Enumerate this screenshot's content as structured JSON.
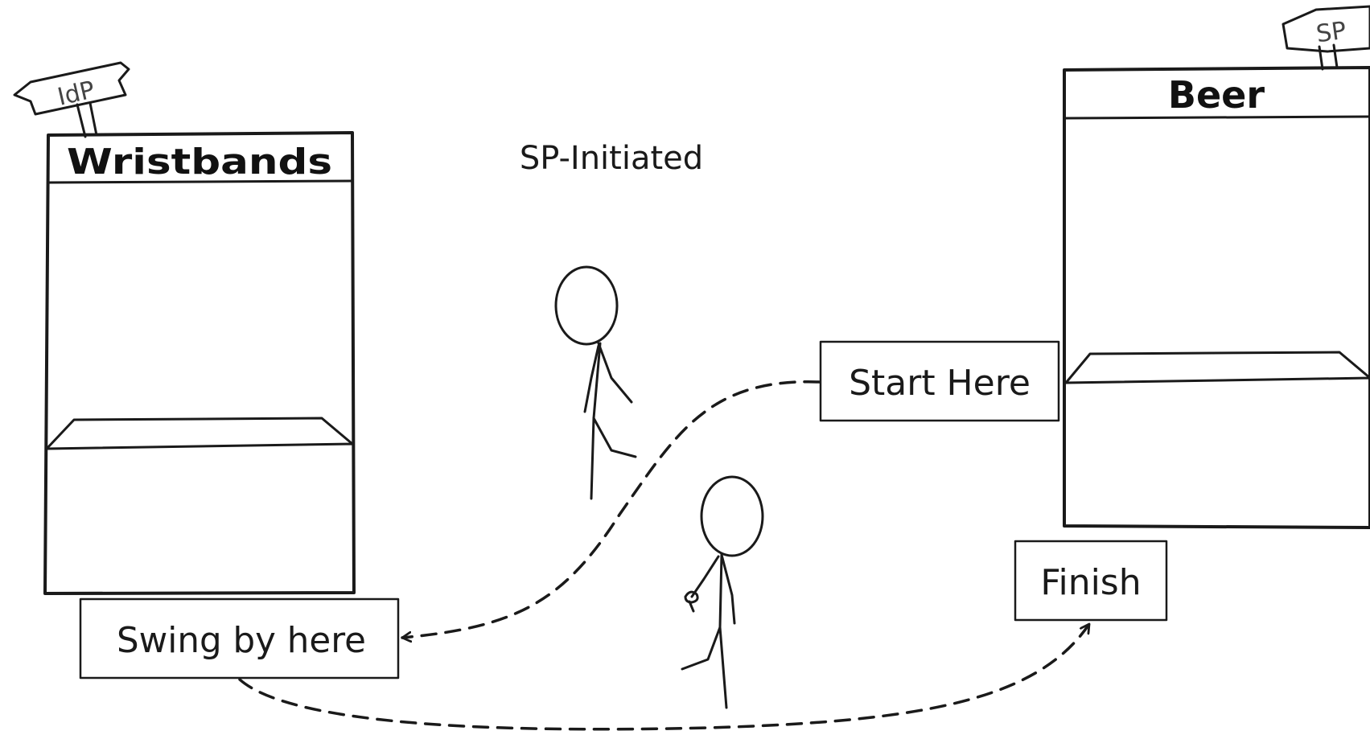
{
  "heading": "SP-Initiated",
  "booths": {
    "idp": {
      "sign": "IdP",
      "title": "Wristbands"
    },
    "sp": {
      "sign": "SP",
      "title": "Beer"
    }
  },
  "steps": {
    "start": "Start Here",
    "swing": "Swing by here",
    "finish": "Finish"
  }
}
